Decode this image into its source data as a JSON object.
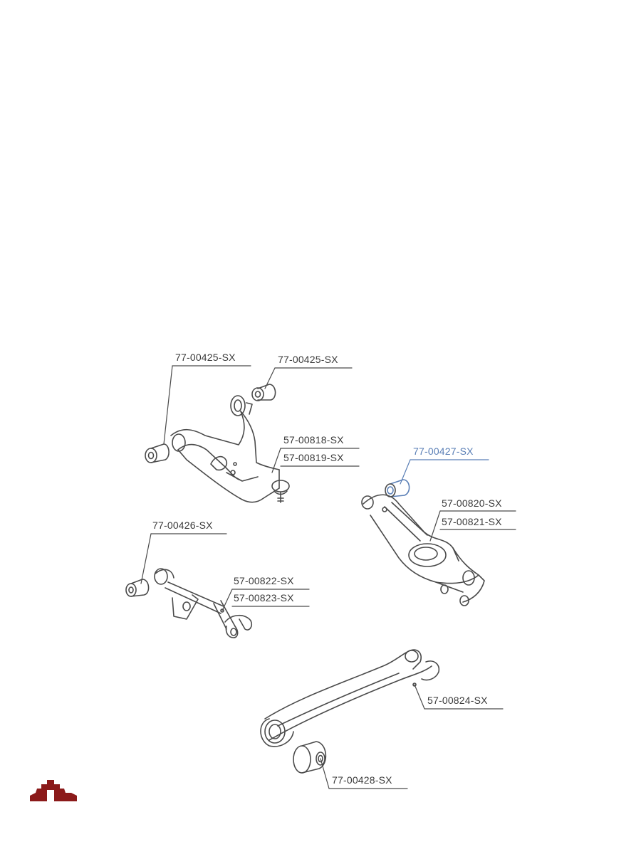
{
  "labels": {
    "upper_arm_bushing_left": "77-00425-SX",
    "upper_arm_bushing_right": "77-00425-SX",
    "upper_arm_a": "57-00818-SX",
    "upper_arm_b": "57-00819-SX",
    "lower_arm_bushing": "77-00427-SX",
    "lower_arm_a": "57-00820-SX",
    "lower_arm_b": "57-00821-SX",
    "link_bushing": "77-00426-SX",
    "link_a": "57-00822-SX",
    "link_b": "57-00823-SX",
    "trailing_arm": "57-00824-SX",
    "trailing_arm_bushing": "77-00428-SX"
  },
  "colors": {
    "line": "#4a4a4a",
    "highlight": "#5a7fb6",
    "logo": "#8b1a1a"
  },
  "logo_icon": "gear-logo-icon"
}
